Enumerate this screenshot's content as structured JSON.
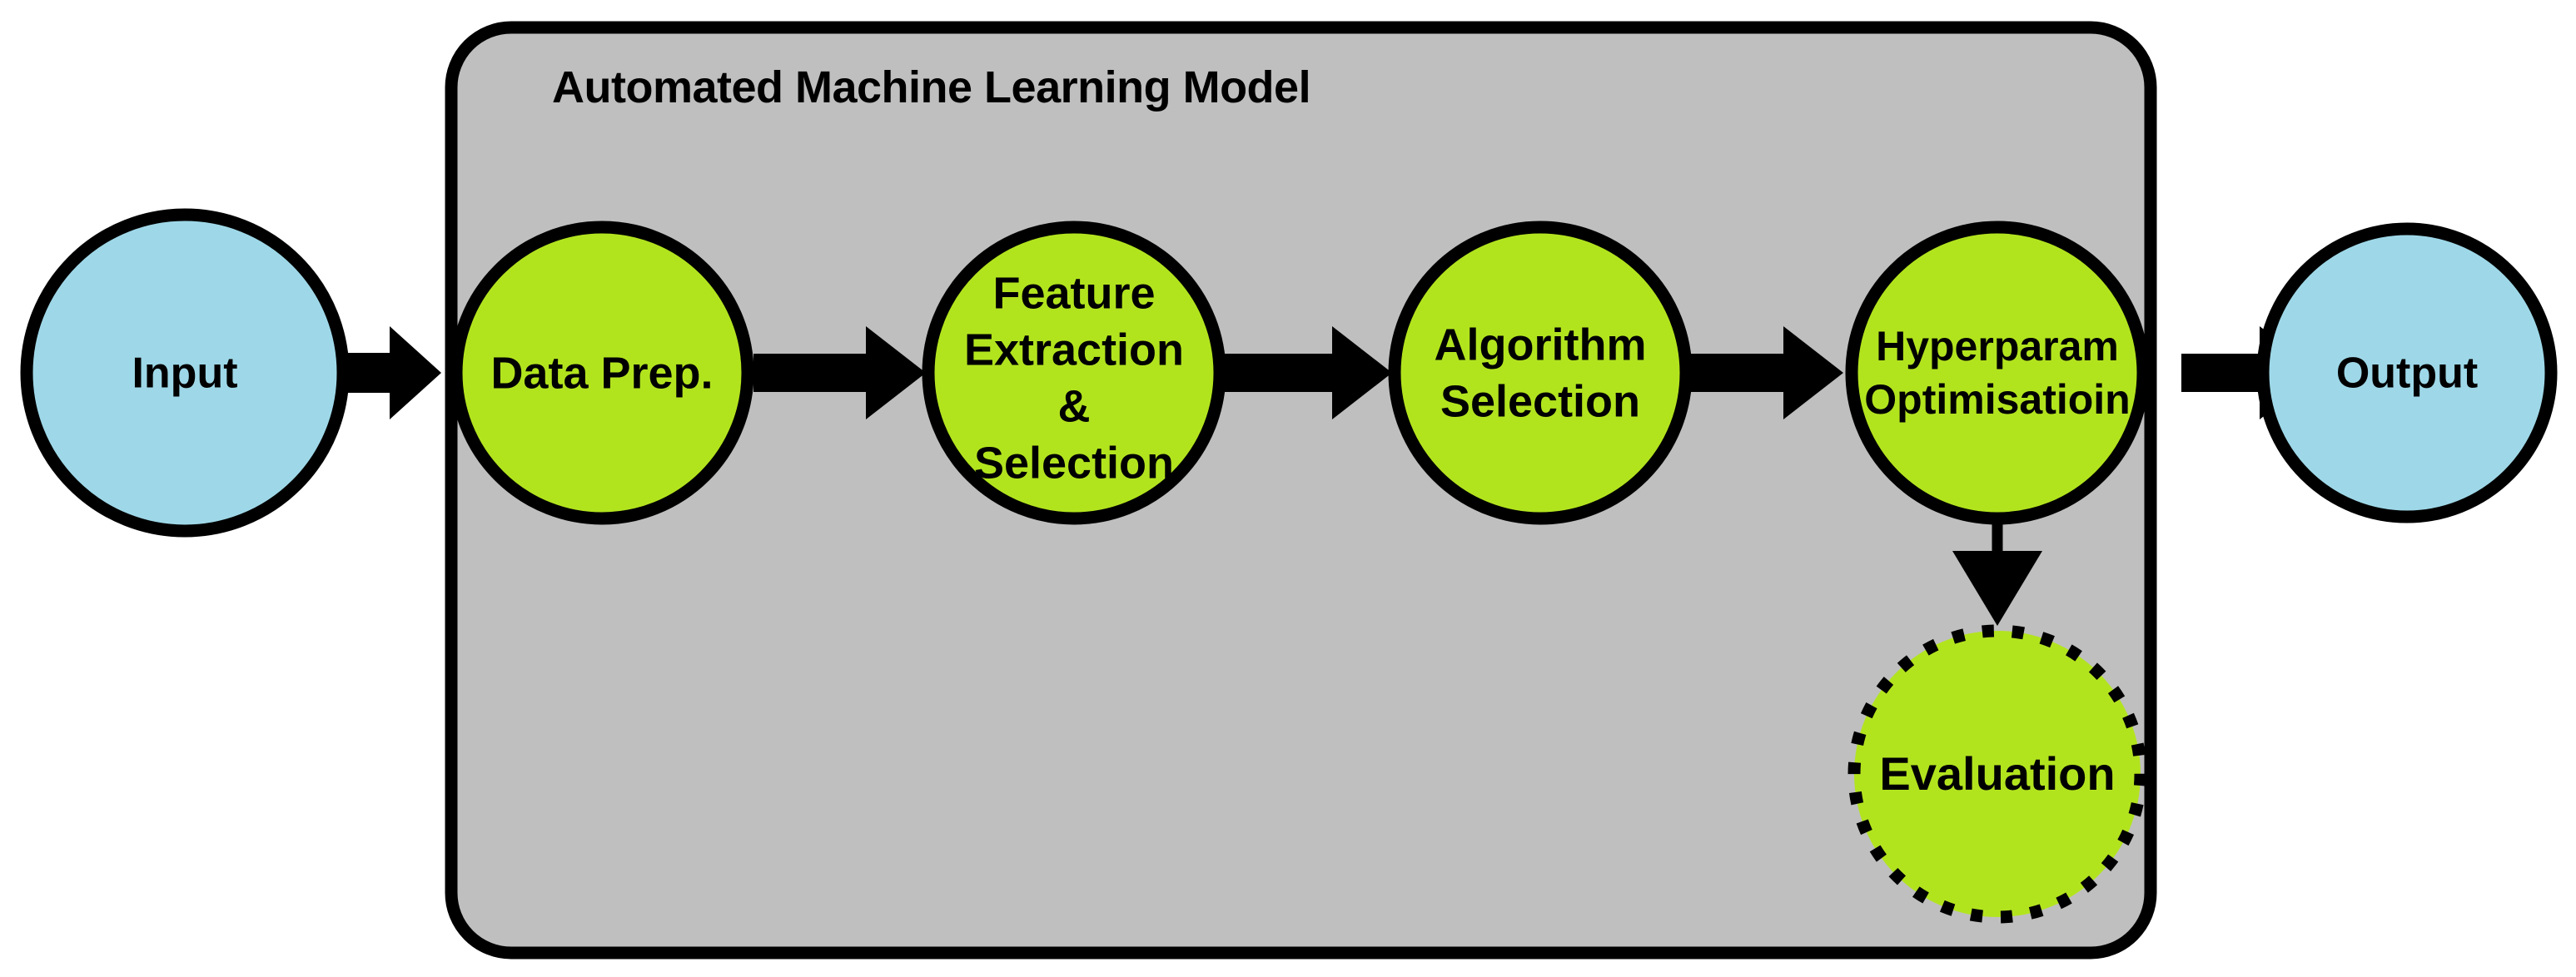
{
  "diagram": {
    "title": "Automated Machine Learning Model",
    "colors": {
      "container_fill": "#bfbfbf",
      "container_stroke": "#000000",
      "io_fill": "#9ed8e8",
      "step_fill": "#b2e41e",
      "stroke": "#000000",
      "arrow": "#000000",
      "background": "#ffffff"
    },
    "io_nodes": [
      {
        "id": "input",
        "label": "Input"
      },
      {
        "id": "output",
        "label": "Output"
      }
    ],
    "pipeline_steps": [
      {
        "id": "data-prep",
        "lines": [
          "Data Prep."
        ]
      },
      {
        "id": "feature-extraction-selection",
        "lines": [
          "Feature",
          "Extraction",
          "&",
          "Selection"
        ]
      },
      {
        "id": "algorithm-selection",
        "lines": [
          "Algorithm",
          "Selection"
        ]
      },
      {
        "id": "hyperparameter-optimisation",
        "lines": [
          "Hyperparam",
          "Optimisatioin"
        ]
      }
    ],
    "branch_node": {
      "id": "evaluation",
      "label": "Evaluation",
      "border_style": "dotted"
    },
    "connectors": [
      {
        "id": "input-to-data-prep",
        "from": "input",
        "to": "data-prep",
        "style": "block-arrow"
      },
      {
        "id": "data-prep-to-feature",
        "from": "data-prep",
        "to": "feature-extraction-selection",
        "style": "block-arrow"
      },
      {
        "id": "feature-to-algorithm",
        "from": "feature-extraction-selection",
        "to": "algorithm-selection",
        "style": "block-arrow"
      },
      {
        "id": "algorithm-to-hyperparam",
        "from": "algorithm-selection",
        "to": "hyperparameter-optimisation",
        "style": "block-arrow"
      },
      {
        "id": "hyperparam-to-output",
        "from": "hyperparameter-optimisation",
        "to": "output",
        "style": "block-arrow"
      },
      {
        "id": "hyperparam-to-evaluation",
        "from": "hyperparameter-optimisation",
        "to": "evaluation",
        "style": "thin-arrow"
      }
    ]
  }
}
